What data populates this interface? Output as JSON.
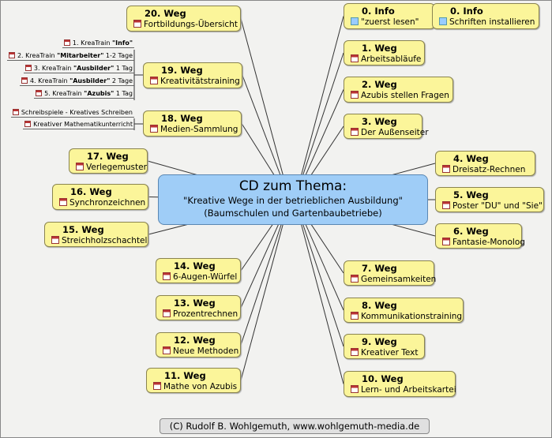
{
  "center": {
    "line1": "CD zum Thema:",
    "line2": "\"Kreative Wege in der betrieblichen Ausbildung\"",
    "line3": "(Baumschulen und Gartenbaubetriebe)"
  },
  "nodes": [
    {
      "title": "0. Info",
      "subtitle": "\"zuerst lesen\"",
      "icon": "web"
    },
    {
      "title": "0. Info",
      "subtitle": "Schriften installieren",
      "icon": "web"
    },
    {
      "title": "1. Weg",
      "subtitle": "Arbeitsabläufe",
      "icon": "pdf"
    },
    {
      "title": "2. Weg",
      "subtitle": "Azubis stellen Fragen",
      "icon": "pdf"
    },
    {
      "title": "3. Weg",
      "subtitle": "Der Außenseiter",
      "icon": "pdf"
    },
    {
      "title": "4. Weg",
      "subtitle": "Dreisatz-Rechnen",
      "icon": "pdf"
    },
    {
      "title": "5. Weg",
      "subtitle": "Poster \"DU\" und \"Sie\"",
      "icon": "pdf"
    },
    {
      "title": "6. Weg",
      "subtitle": "Fantasie-Monolog",
      "icon": "pdf"
    },
    {
      "title": "7. Weg",
      "subtitle": "Gemeinsamkeiten",
      "icon": "pdf"
    },
    {
      "title": "8. Weg",
      "subtitle": "Kommunikationstraining",
      "icon": "pdf"
    },
    {
      "title": "9. Weg",
      "subtitle": "Kreativer Text",
      "icon": "pdf"
    },
    {
      "title": "10. Weg",
      "subtitle": "Lern- und Arbeitskartei",
      "icon": "pdf"
    },
    {
      "title": "11. Weg",
      "subtitle": "Mathe von Azubis",
      "icon": "pdf"
    },
    {
      "title": "12. Weg",
      "subtitle": "Neue Methoden",
      "icon": "pdf"
    },
    {
      "title": "13. Weg",
      "subtitle": "Prozentrechnen",
      "icon": "pdf"
    },
    {
      "title": "14. Weg",
      "subtitle": "6-Augen-Würfel",
      "icon": "pdf"
    },
    {
      "title": "15. Weg",
      "subtitle": "Streichholzschachtel",
      "icon": "pdf"
    },
    {
      "title": "16. Weg",
      "subtitle": "Synchronzeichnen",
      "icon": "pdf"
    },
    {
      "title": "17. Weg",
      "subtitle": "Verlegemuster",
      "icon": "pdf"
    },
    {
      "title": "18. Weg",
      "subtitle": "Medien-Sammlung",
      "icon": "pdf"
    },
    {
      "title": "19. Weg",
      "subtitle": "Kreativitätstraining",
      "icon": "pdf"
    },
    {
      "title": "20. Weg",
      "subtitle": "Fortbildungs-Übersicht",
      "icon": "pdf"
    }
  ],
  "subtopics": [
    {
      "pre": "1. KreaTrain ",
      "bold": "\"Info\"",
      "post": ""
    },
    {
      "pre": "2. KreaTrain ",
      "bold": "\"Mitarbeiter\"",
      "post": " 1-2 Tage"
    },
    {
      "pre": "3. KreaTrain ",
      "bold": "\"Ausbilder\"",
      "post": " 1 Tag"
    },
    {
      "pre": "4. KreaTrain ",
      "bold": "\"Ausbilder\"",
      "post": " 2 Tage"
    },
    {
      "pre": "5. KreaTrain ",
      "bold": "\"Azubis\"",
      "post": " 1 Tag"
    },
    {
      "pre": "Schreibspiele - Kreatives Schreiben",
      "bold": "",
      "post": ""
    },
    {
      "pre": "Kreativer Mathematikunterricht",
      "bold": "",
      "post": ""
    }
  ],
  "footer": "(C) Rudolf B. Wohlgemuth, www.wohlgemuth-media.de"
}
